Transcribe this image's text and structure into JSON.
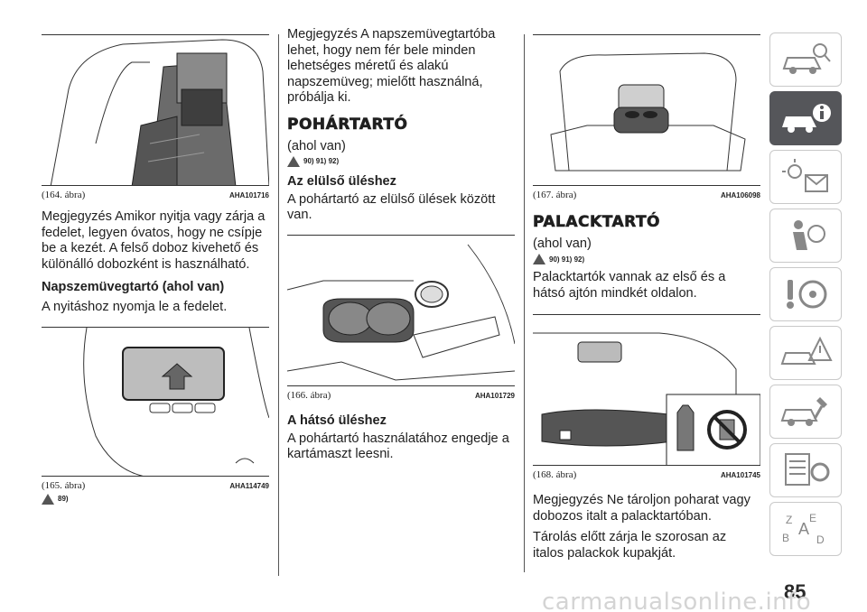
{
  "col1": {
    "fig164": {
      "num": "(164. ábra)",
      "code": "AHA101716"
    },
    "note1": "Megjegyzés  Amikor nyitja vagy zárja a fedelet, legyen óvatos, hogy ne csípje be a kezét. A felső doboz kivehető és különálló dobozként is használható.",
    "heading": "Napszemüvegtartó (ahol van)",
    "text": "A nyitáshoz nyomja le a fedelet.",
    "fig165": {
      "num": "(165. ábra)",
      "code": "AHA114749"
    },
    "warn": "89)"
  },
  "col2": {
    "note": "Megjegyzés  A napszemüvegtartóba lehet, hogy nem fér bele minden lehetséges méretű és alakú napszemüveg; mielőtt használná, próbálja ki.",
    "title": "POHÁRTARTÓ",
    "where": "(ahol van)",
    "warn": "90) 91) 92)",
    "front_heading": "Az elülső üléshez",
    "front_text": "A pohártartó az elülső ülések között van.",
    "fig166": {
      "num": "(166. ábra)",
      "code": "AHA101729"
    },
    "rear_heading": "A hátsó üléshez",
    "rear_text": "A pohártartó használatához engedje a kartámaszt leesni."
  },
  "col3": {
    "fig167": {
      "num": "(167. ábra)",
      "code": "AHA106098"
    },
    "title": "PALACKTARTÓ",
    "where": "(ahol van)",
    "warn": "90) 91) 92)",
    "text": "Palacktartók vannak az első és a hátsó ajtón mindkét oldalon.",
    "fig168": {
      "num": "(168. ábra)",
      "code": "AHA101745"
    },
    "note": "Megjegyzés  Ne tároljon poharat vagy dobozos italt a palacktartóban.",
    "text2": "Tárolás előtt zárja le szorosan az italos palackok kupakját."
  },
  "sidebar": {
    "tabs": [
      "car-info-icon",
      "dashboard-info-icon",
      "warning-lights-icon",
      "safety-airbag-icon",
      "driving-icon",
      "emergency-icon",
      "maintenance-icon",
      "specs-icon",
      "index-icon"
    ],
    "active_index": 1,
    "active_color": "#55565a"
  },
  "page_number": "85",
  "watermark": "carmanualsonline.info"
}
